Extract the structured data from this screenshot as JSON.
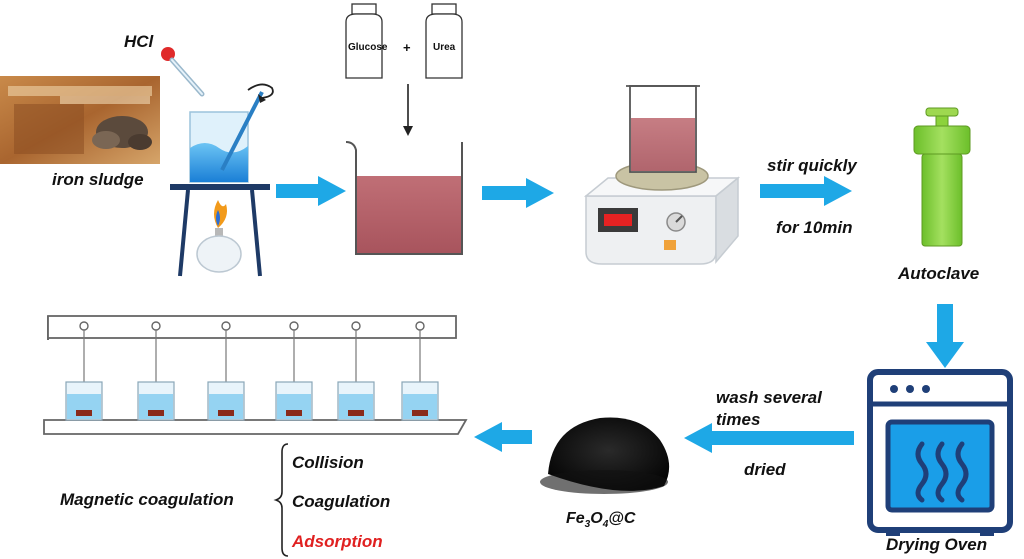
{
  "labels": {
    "hcl": "HCl",
    "iron_sludge": "iron sludge",
    "glucose": "Glucose",
    "plus": "+",
    "urea": "Urea",
    "stir_line1": "stir quickly",
    "stir_line2": "for 10min",
    "autoclave": "Autoclave",
    "wash_line1": "wash several",
    "wash_line2": "times",
    "dried": "dried",
    "product_main": "Fe",
    "product_sub1": "3",
    "product_mid": "O",
    "product_sub2": "4",
    "product_end": "@C",
    "drying_oven": "Drying Oven",
    "magnetic_coagulation": "Magnetic coagulation",
    "collision": "Collision",
    "coagulation": "Coagulation",
    "adsorption": "Adsorption"
  },
  "colors": {
    "arrow": "#1ea8e6",
    "solution": "#b26068",
    "water": "#1a8de0",
    "autoclave": "#8cd23c",
    "oven": "#1f3f78",
    "oven_glass": "#1a9ee8",
    "highlight": "#e02020"
  },
  "icons": [
    "hcl-dropper-icon",
    "stirring-arrow-icon",
    "alcohol-lamp-icon",
    "magnetic-stirrer-icon",
    "autoclave-icon",
    "drying-oven-icon",
    "jar-test-apparatus-icon"
  ]
}
